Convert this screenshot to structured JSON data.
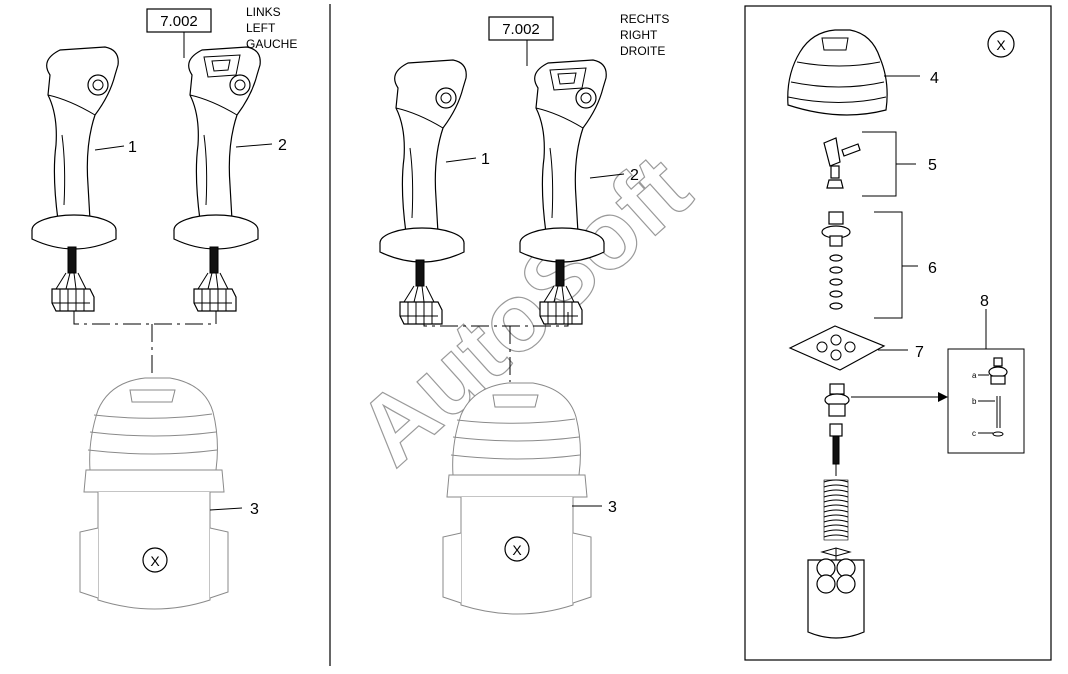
{
  "watermark": "AutoSoft",
  "panels": {
    "left": {
      "ref_box": "7.002",
      "side_labels": [
        "LINKS",
        "LEFT",
        "GAUCHE"
      ],
      "callouts": [
        "1",
        "2",
        "3"
      ],
      "detail_marker": "X"
    },
    "middle": {
      "ref_box": "7.002",
      "side_labels": [
        "RECHTS",
        "RIGHT",
        "DROITE"
      ],
      "callouts": [
        "1",
        "2",
        "3"
      ],
      "detail_marker": "X"
    },
    "detail": {
      "marker": "X",
      "callouts": [
        "4",
        "5",
        "6",
        "7",
        "8"
      ],
      "inset_labels": [
        "a",
        "b",
        "c"
      ]
    }
  }
}
